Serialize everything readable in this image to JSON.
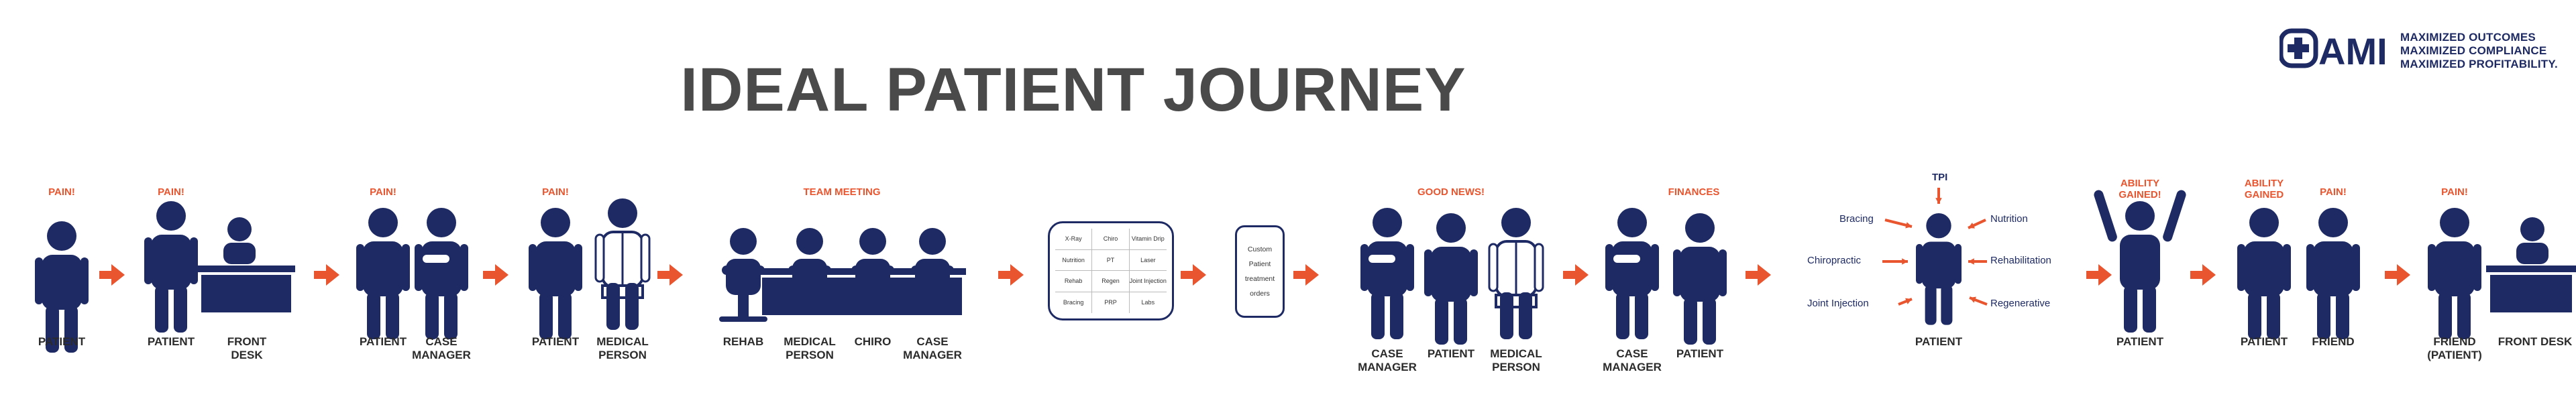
{
  "title": "IDEAL PATIENT JOURNEY",
  "logo": {
    "mark": "AMI",
    "lines": [
      "MAXIMIZED OUTCOMES",
      "MAXIMIZED COMPLIANCE",
      "MAXIMIZED PROFITABILITY."
    ]
  },
  "colors": {
    "navy": "#1e2a63",
    "accent": "#e8552e",
    "title": "#4a4a4a"
  },
  "stages": {
    "s1": {
      "callout": "PAIN!",
      "labels": [
        "PATIENT"
      ]
    },
    "s2": {
      "callout": "PAIN!",
      "labels": [
        "PATIENT",
        "FRONT\nDESK"
      ]
    },
    "s3": {
      "callout": "PAIN!",
      "labels": [
        "PATIENT",
        "CASE\nMANAGER"
      ]
    },
    "s4": {
      "callout": "PAIN!",
      "labels": [
        "PATIENT",
        "MEDICAL\nPERSON"
      ]
    },
    "s5": {
      "callout": "TEAM MEETING",
      "labels": [
        "REHAB",
        "MEDICAL\nPERSON",
        "CHIRO",
        "CASE\nMANAGER"
      ]
    },
    "s8": {
      "callout": "GOOD NEWS!",
      "labels": [
        "CASE\nMANAGER",
        "PATIENT",
        "MEDICAL\nPERSON"
      ]
    },
    "s9": {
      "callout": "FINANCES",
      "labels": [
        "CASE\nMANAGER",
        "PATIENT"
      ]
    },
    "s10": {
      "labels": [
        "PATIENT"
      ]
    },
    "s11": {
      "callout": "ABILITY\nGAINED!",
      "labels": [
        "PATIENT"
      ]
    },
    "s12": {
      "callout1": "ABILITY\nGAINED",
      "callout2": "PAIN!",
      "labels": [
        "PATIENT",
        "FRIEND"
      ]
    },
    "s13": {
      "callout": "PAIN!",
      "labels": [
        "FRIEND\n(PATIENT)",
        "FRONT DESK"
      ]
    }
  },
  "treatment_table": [
    [
      "X-Ray",
      "Chiro",
      "Vitamin\nDrip"
    ],
    [
      "Nutrition",
      "PT",
      "Laser"
    ],
    [
      "Rehab",
      "Regen",
      "Joint\nInjection"
    ],
    [
      "Bracing",
      "PRP",
      "Labs"
    ]
  ],
  "orders": [
    "Custom",
    "Patient",
    "treatment",
    "orders"
  ],
  "care_map": {
    "top": "TPI",
    "left": [
      "Bracing",
      "Chiropractic",
      "Joint Injection"
    ],
    "right": [
      "Nutrition",
      "Rehabilitation",
      "Regenerative"
    ]
  }
}
